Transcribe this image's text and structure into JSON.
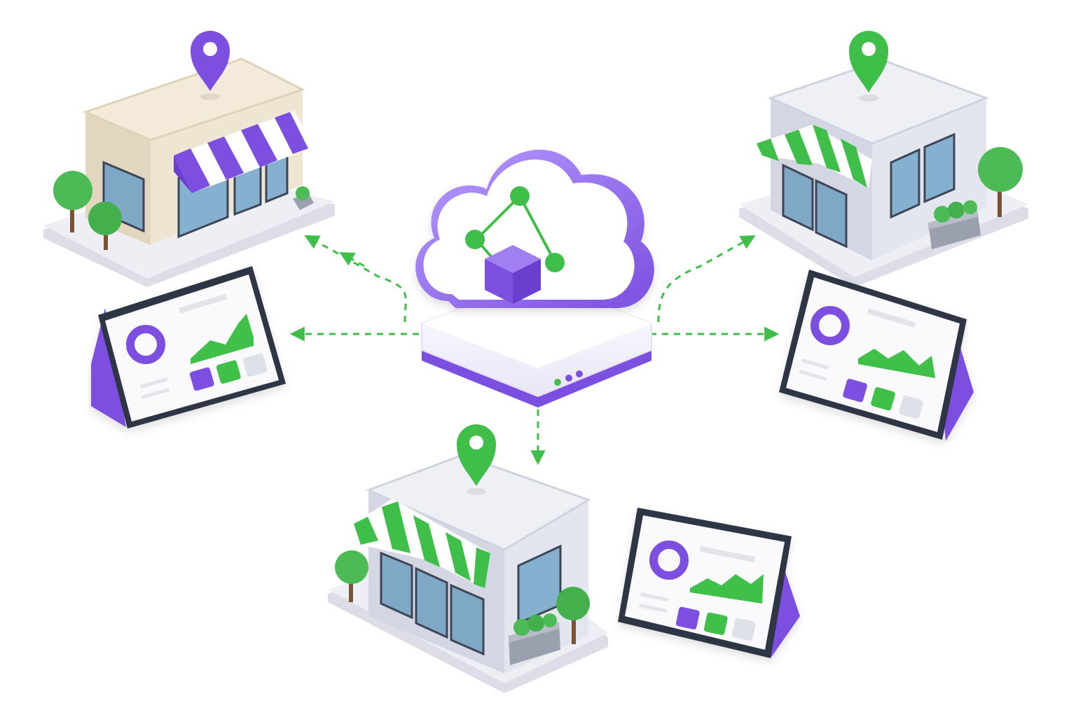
{
  "diagram": {
    "title": "",
    "hub": {
      "label": "",
      "icon": "cloud-network-cube-icon"
    },
    "stores": [
      {
        "id": "store-top-left",
        "label": "",
        "awning_color": "#7d4fe0",
        "pin_color": "#7d4fe0",
        "wall_color": "#efe5d3",
        "icon": "storefront-icon"
      },
      {
        "id": "store-top-right",
        "label": "",
        "awning_color": "#3fbf4a",
        "pin_color": "#3fbf4a",
        "wall_color": "#e4e6ef",
        "icon": "storefront-icon"
      },
      {
        "id": "store-bottom",
        "label": "",
        "awning_color": "#3fbf4a",
        "pin_color": "#3fbf4a",
        "wall_color": "#e4e6ef",
        "icon": "storefront-icon"
      }
    ],
    "devices": [
      {
        "id": "tablet-left",
        "label": "",
        "icon": "dashboard-tablet-icon"
      },
      {
        "id": "tablet-right",
        "label": "",
        "icon": "dashboard-tablet-icon"
      },
      {
        "id": "tablet-bottom",
        "label": "",
        "icon": "dashboard-tablet-icon"
      }
    ],
    "connections": [
      {
        "from": "hub",
        "to": "store-top-left",
        "style": "dashed",
        "color": "#3fbf4a"
      },
      {
        "from": "hub",
        "to": "tablet-left",
        "style": "dashed",
        "color": "#3fbf4a"
      },
      {
        "from": "hub",
        "to": "store-top-right",
        "style": "dashed",
        "color": "#3fbf4a"
      },
      {
        "from": "hub",
        "to": "tablet-right",
        "style": "dashed",
        "color": "#3fbf4a"
      },
      {
        "from": "hub",
        "to": "store-bottom",
        "style": "dashed",
        "color": "#3fbf4a"
      }
    ]
  },
  "colors": {
    "accent_purple": "#7d4fe0",
    "accent_green": "#3fbf4a",
    "background": "#ffffff"
  }
}
